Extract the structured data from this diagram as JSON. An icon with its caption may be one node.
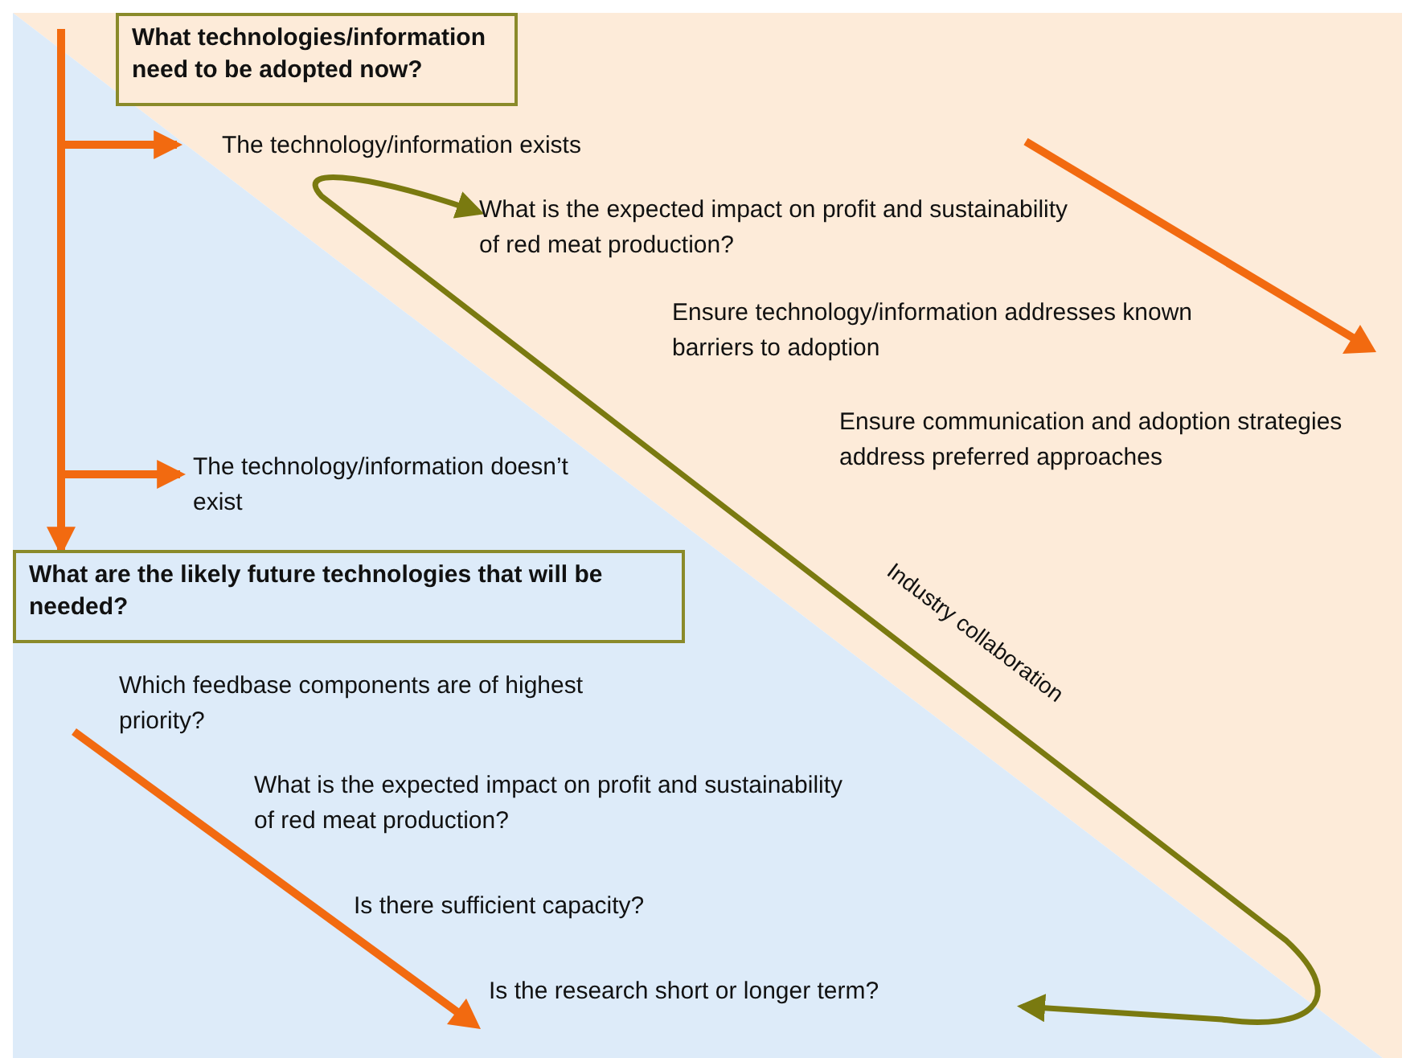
{
  "diagram": {
    "nodes": [
      {
        "text": [
          "What technologies/information need to be adopted now?"
        ]
      },
      {
        "text": [
          "The technology/information exists"
        ]
      },
      {
        "text": [
          "What is the expected impact on profit and sustainability of red meat production?"
        ]
      },
      {
        "text": [
          "Ensure technology/information addresses known barriers to adoption"
        ]
      },
      {
        "text": [
          "Ensure communication and adoption strategies address preferred approaches"
        ]
      },
      {
        "text": [
          "The technology/information doesn’t exist"
        ]
      },
      {
        "text": [
          "What are the likely future technologies that will be needed?"
        ]
      },
      {
        "text": [
          "Which feedbase components are of highest priority?"
        ]
      },
      {
        "text": [
          "What is the expected impact on profit and sustainability of red meat production?"
        ]
      },
      {
        "text": [
          "Is there sufficient capacity?"
        ]
      },
      {
        "text": [
          "Is the research short or longer term?"
        ]
      }
    ],
    "edges": [
      {
        "from": null,
        "to": 6,
        "arrow": "to"
      },
      {
        "from": null,
        "to": 1,
        "arrow": "to"
      },
      {
        "from": null,
        "to": 5,
        "arrow": "to"
      },
      {
        "from": 2,
        "to": 10,
        "arrow": "both",
        "label": "Industry collaboration",
        "color": "#7a7a10"
      }
    ]
  }
}
